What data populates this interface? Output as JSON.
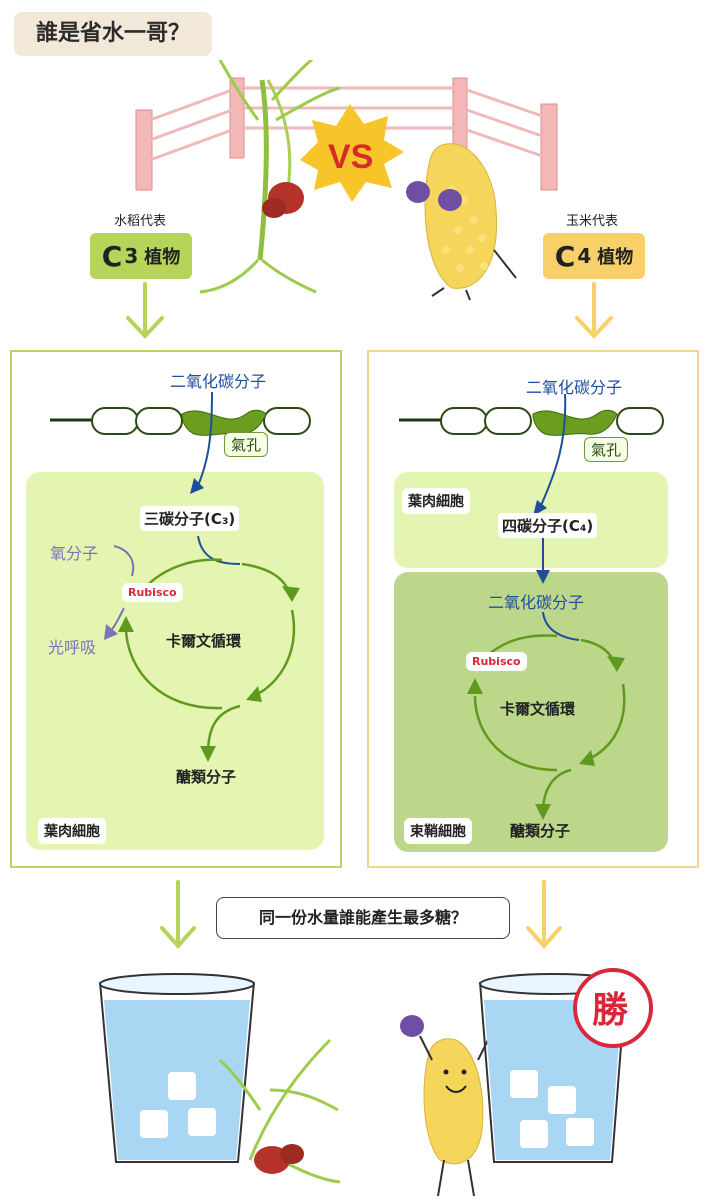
{
  "title": "誰是省水一哥？",
  "vs_text": "VS",
  "left": {
    "representative": "水稻代表",
    "badge_big": "C",
    "badge_num": "3",
    "badge_rest": "植物",
    "co2": "二氧化碳分子",
    "stoma": "氣孔",
    "three_carbon": "三碳分子(C₃)",
    "oxygen": "氧分子",
    "photorespiration": "光呼吸",
    "rubisco": "Rubisco",
    "calvin": "卡爾文循環",
    "sugar": "醣類分子",
    "cell": "葉肉細胞"
  },
  "right": {
    "representative": "玉米代表",
    "badge_big": "C",
    "badge_num": "4",
    "badge_rest": "植物",
    "co2_top": "二氧化碳分子",
    "stoma": "氣孔",
    "mesophyll": "葉肉細胞",
    "four_carbon": "四碳分子(C₄)",
    "co2_inner": "二氧化碳分子",
    "rubisco": "Rubisco",
    "calvin": "卡爾文循環",
    "sugar": "醣類分子",
    "bundle": "束鞘細胞"
  },
  "question": "同一份水量誰能產生最多糖？",
  "win": "勝",
  "colors": {
    "c3_green": "#b6d35a",
    "c4_yellow": "#f7d06a",
    "c3_panel_border": "#b9d36a",
    "c4_panel_border": "#f3d58b",
    "mesophyll_fill": "#e4f4b1",
    "bundle_fill": "#bcd68a",
    "co2_blue": "#1f4f9c",
    "cycle_green": "#5f9a1e",
    "rubisco_red": "#d8283a",
    "purple": "#7a75b5",
    "water_blue": "#a9d6f2",
    "ring_pink": "#f0b8b8"
  }
}
